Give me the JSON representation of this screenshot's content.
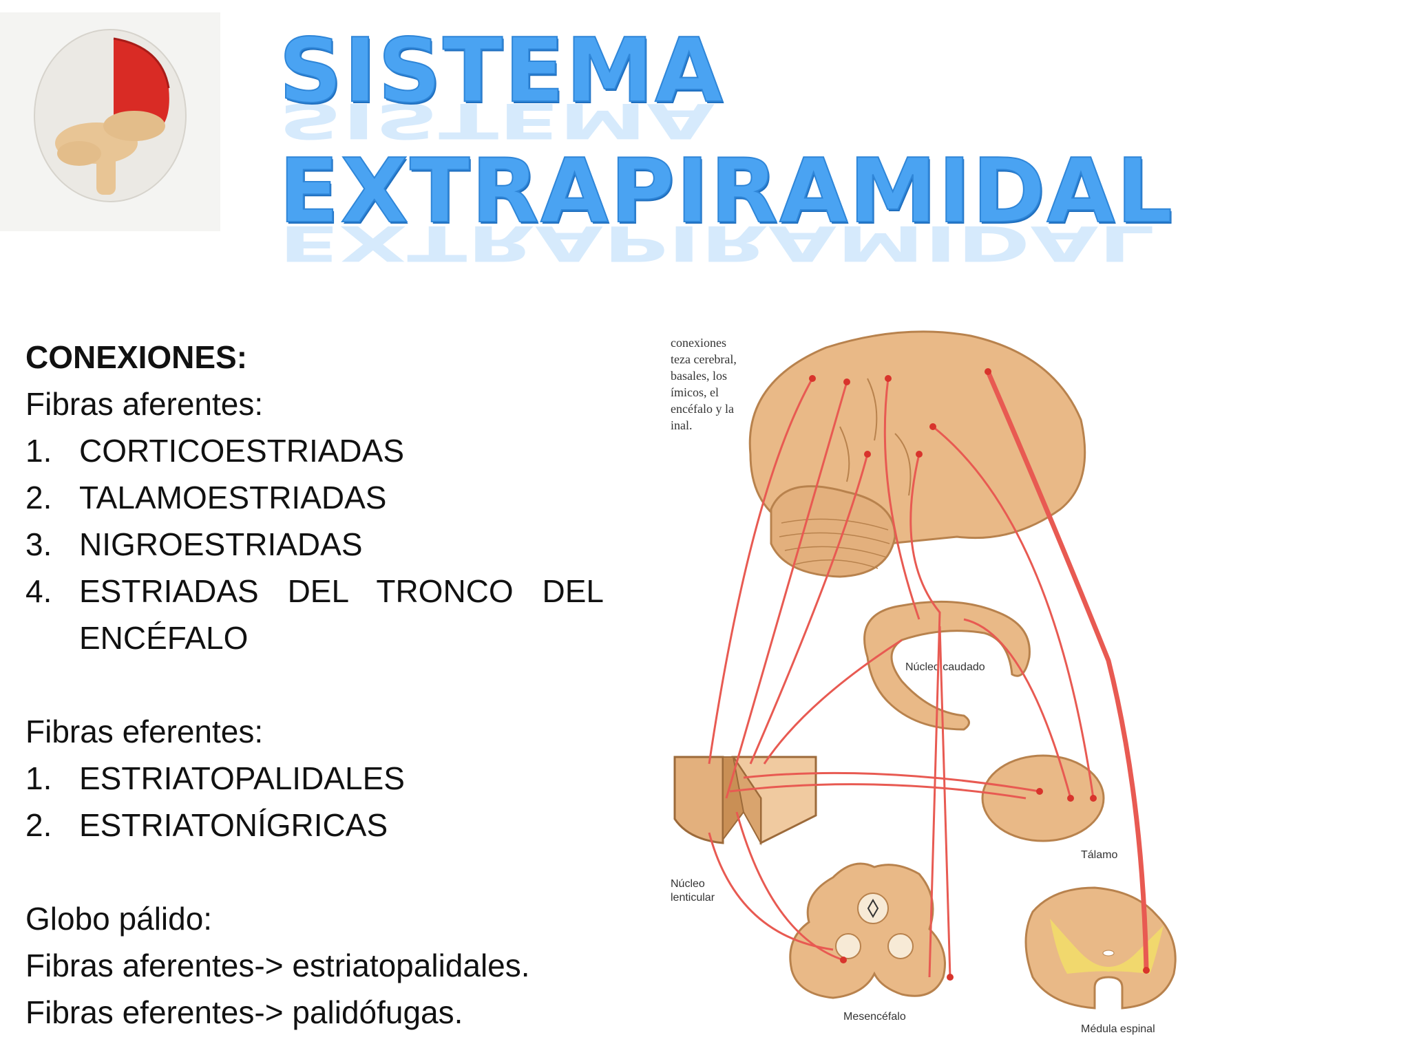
{
  "header": {
    "title_line1": "SISTEMA",
    "title_line2": "EXTRAPIRAMIDAL"
  },
  "content": {
    "heading": "CONEXIONES:",
    "afferent_title": "Fibras aferentes:",
    "afferent_items": [
      {
        "num": "1.",
        "text": "CORTICOESTRIADAS"
      },
      {
        "num": "2.",
        "text": "TALAMOESTRIADAS"
      },
      {
        "num": "3.",
        "text": "NIGROESTRIADAS"
      },
      {
        "num": "4.",
        "text": "ESTRIADAS DEL TRONCO DEL",
        "cont": "ENCÉFALO"
      }
    ],
    "efferent_title": "Fibras eferentes:",
    "efferent_items": [
      {
        "num": "1.",
        "text": "ESTRIATOPALIDALES"
      },
      {
        "num": "2.",
        "text": "ESTRIATONÍGRICAS"
      }
    ],
    "globus_title": "Globo pálido:",
    "globus_aff": "Fibras aferentes-> estriatopalidales.",
    "globus_eff": "Fibras eferentes-> palidófugas."
  },
  "figure": {
    "caption_lines": [
      "conexiones",
      "teza cerebral,",
      "basales, los",
      "ímicos, el",
      "encéfalo y la",
      "inal."
    ],
    "labels": {
      "caudate": "Núcleo caudado",
      "thalamus": "Tálamo",
      "lenticular_1": "Núcleo",
      "lenticular_2": "lenticular",
      "midbrain": "Mesencéfalo",
      "spinal": "Médula espinal"
    },
    "colors": {
      "tissue": "#e9b987",
      "tissue_dark": "#c98f55",
      "fiber": "#e85a52",
      "gray_matter": "#f2dc6a"
    }
  }
}
